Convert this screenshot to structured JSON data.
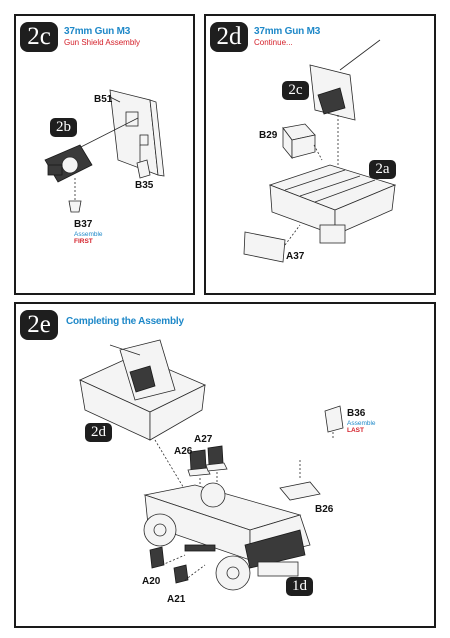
{
  "panels": {
    "p2c": {
      "badge": "2c",
      "title": "37mm Gun M3",
      "subtitle": "Gun Shield Assembly",
      "sub_badge": "2b",
      "parts": {
        "b51": "B51",
        "b35": "B35",
        "b37": "B37"
      },
      "note_assemble": "Assemble",
      "note_first": "FIRST"
    },
    "p2d": {
      "badge": "2d",
      "title": "37mm Gun M3",
      "subtitle": "Continue...",
      "sub_badge_top": "2c",
      "sub_badge_right": "2a",
      "parts": {
        "b29": "B29",
        "a37": "A37"
      }
    },
    "p2e": {
      "badge": "2e",
      "title": "Completing the Assembly",
      "sub_badge_left": "2d",
      "sub_badge_bottom": "1d",
      "parts": {
        "a27": "A27",
        "a26": "A26",
        "b36": "B36",
        "b26": "B26",
        "a20": "A20",
        "a21": "A21"
      },
      "note_assemble": "Assemble",
      "note_last": "LAST"
    }
  }
}
